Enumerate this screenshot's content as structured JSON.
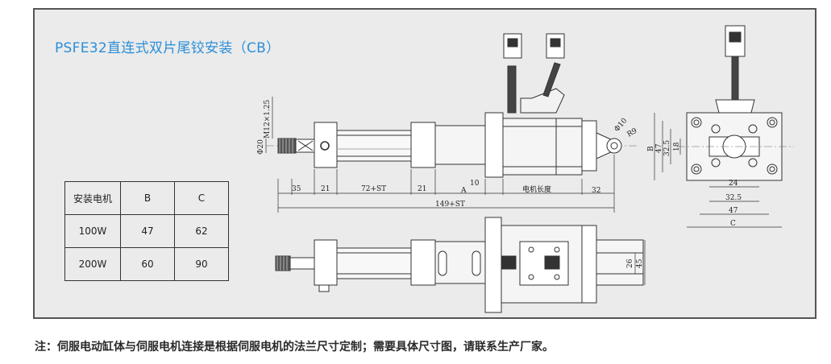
{
  "title": "PSFE32直连式双片尾铰安装（CB）",
  "spec_table": {
    "headers": [
      "安装电机",
      "B",
      "C"
    ],
    "rows": [
      [
        "100W",
        "47",
        "62"
      ],
      [
        "200W",
        "60",
        "90"
      ]
    ]
  },
  "dims": {
    "m12": "M12×1.25",
    "d20": "Φ20",
    "d35": "35",
    "d21a": "21",
    "d72": "72+ST",
    "d21b": "21",
    "dA": "A",
    "d10a": "10",
    "motor_len": "电机长度",
    "d32": "32",
    "d149": "149+ST",
    "phi10": "Φ10",
    "r9": "R9",
    "side_B": "B",
    "side_47": "47",
    "side_325": "32.5",
    "side_18": "18",
    "bot_24": "24",
    "bot_325": "32.5",
    "bot_47": "47",
    "bot_C": "C",
    "d26": "26",
    "d45": "45"
  },
  "note": "注：伺服电动缸体与伺服电机连接是根据伺服电机的法兰尺寸定制；需要具体尺寸图，请联系生产厂家。"
}
